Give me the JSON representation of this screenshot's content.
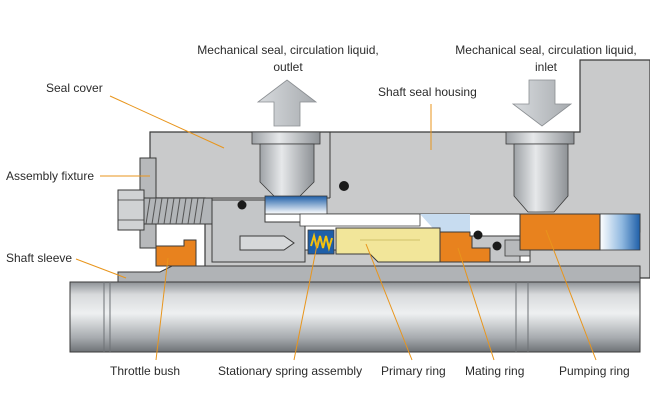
{
  "labels": {
    "seal_cover": "Seal cover",
    "assembly_fixture": "Assembly fixture",
    "shaft_sleeve": "Shaft sleeve",
    "outlet_line1": "Mechanical seal, circulation liquid,",
    "outlet_line2": "outlet",
    "inlet_line1": "Mechanical seal, circulation liquid,",
    "inlet_line2": "inlet",
    "shaft_seal_housing": "Shaft seal housing",
    "throttle_bush": "Throttle bush",
    "stationary_spring_assembly": "Stationary spring assembly",
    "primary_ring": "Primary ring",
    "mating_ring": "Mating ring",
    "pumping_ring": "Pumping ring"
  },
  "colors": {
    "housing": "#c9cacb",
    "housing_dark": "#a9abad",
    "outline": "#3a3a3a",
    "leader": "#e8951c",
    "orange_part": "#e8821e",
    "primary_ring": "#f2e69a",
    "liquid_blue": "#1f5fa8",
    "shaft": "#b9bcbf",
    "spring": "#f4c20d",
    "arrow": "#bfc3c7"
  },
  "icons": {
    "outlet_arrow": "arrow-up-icon",
    "inlet_arrow": "arrow-down-icon",
    "spring": "spring-icon"
  }
}
